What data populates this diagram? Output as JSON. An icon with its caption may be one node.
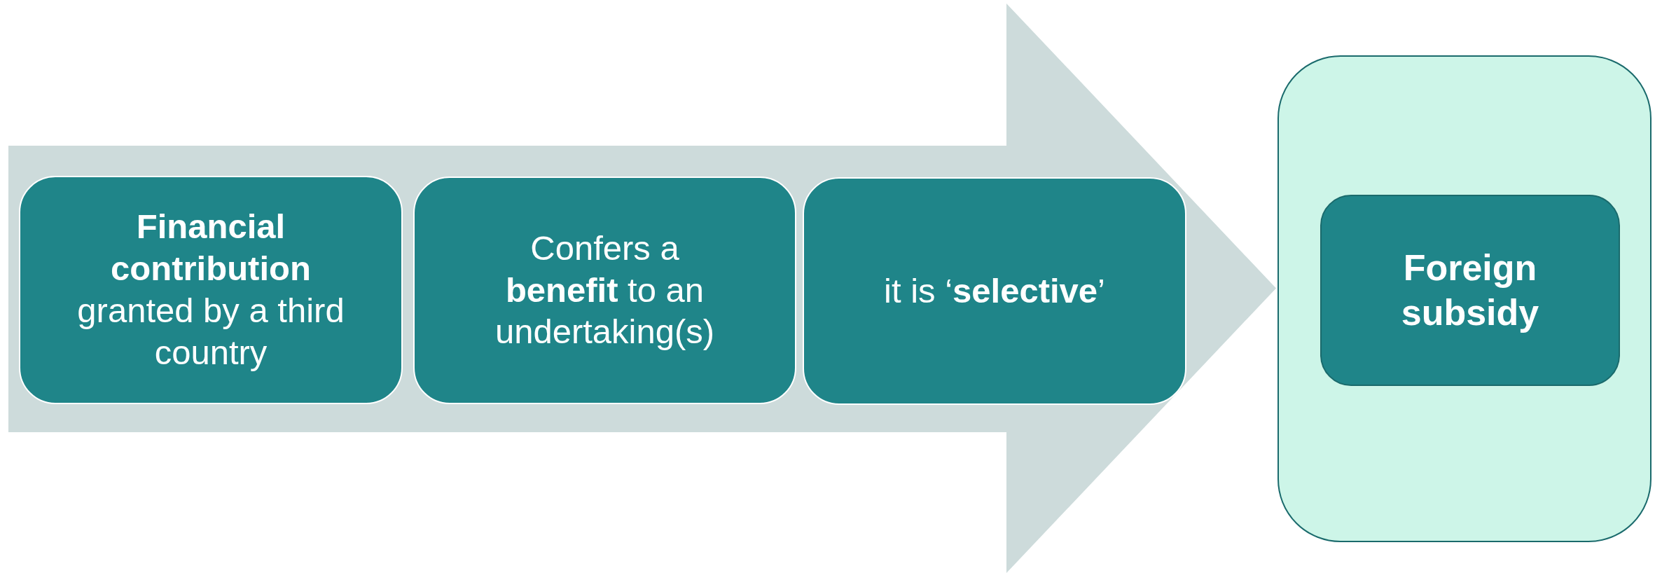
{
  "diagram": {
    "nodes": [
      {
        "text": [],
        "shape": "arrow"
      },
      {
        "text": [
          "**Financial contribution** granted by a third country"
        ],
        "in": 0
      },
      {
        "text": [
          "Confers a **benefit** to an undertaking(s)"
        ],
        "in": 0
      },
      {
        "text": [
          "it is ‘**selective**’"
        ],
        "in": 0
      },
      {
        "text": [],
        "shape": "box"
      },
      {
        "text": [
          "Foreign subsidy"
        ],
        "in": 4
      }
    ]
  }
}
